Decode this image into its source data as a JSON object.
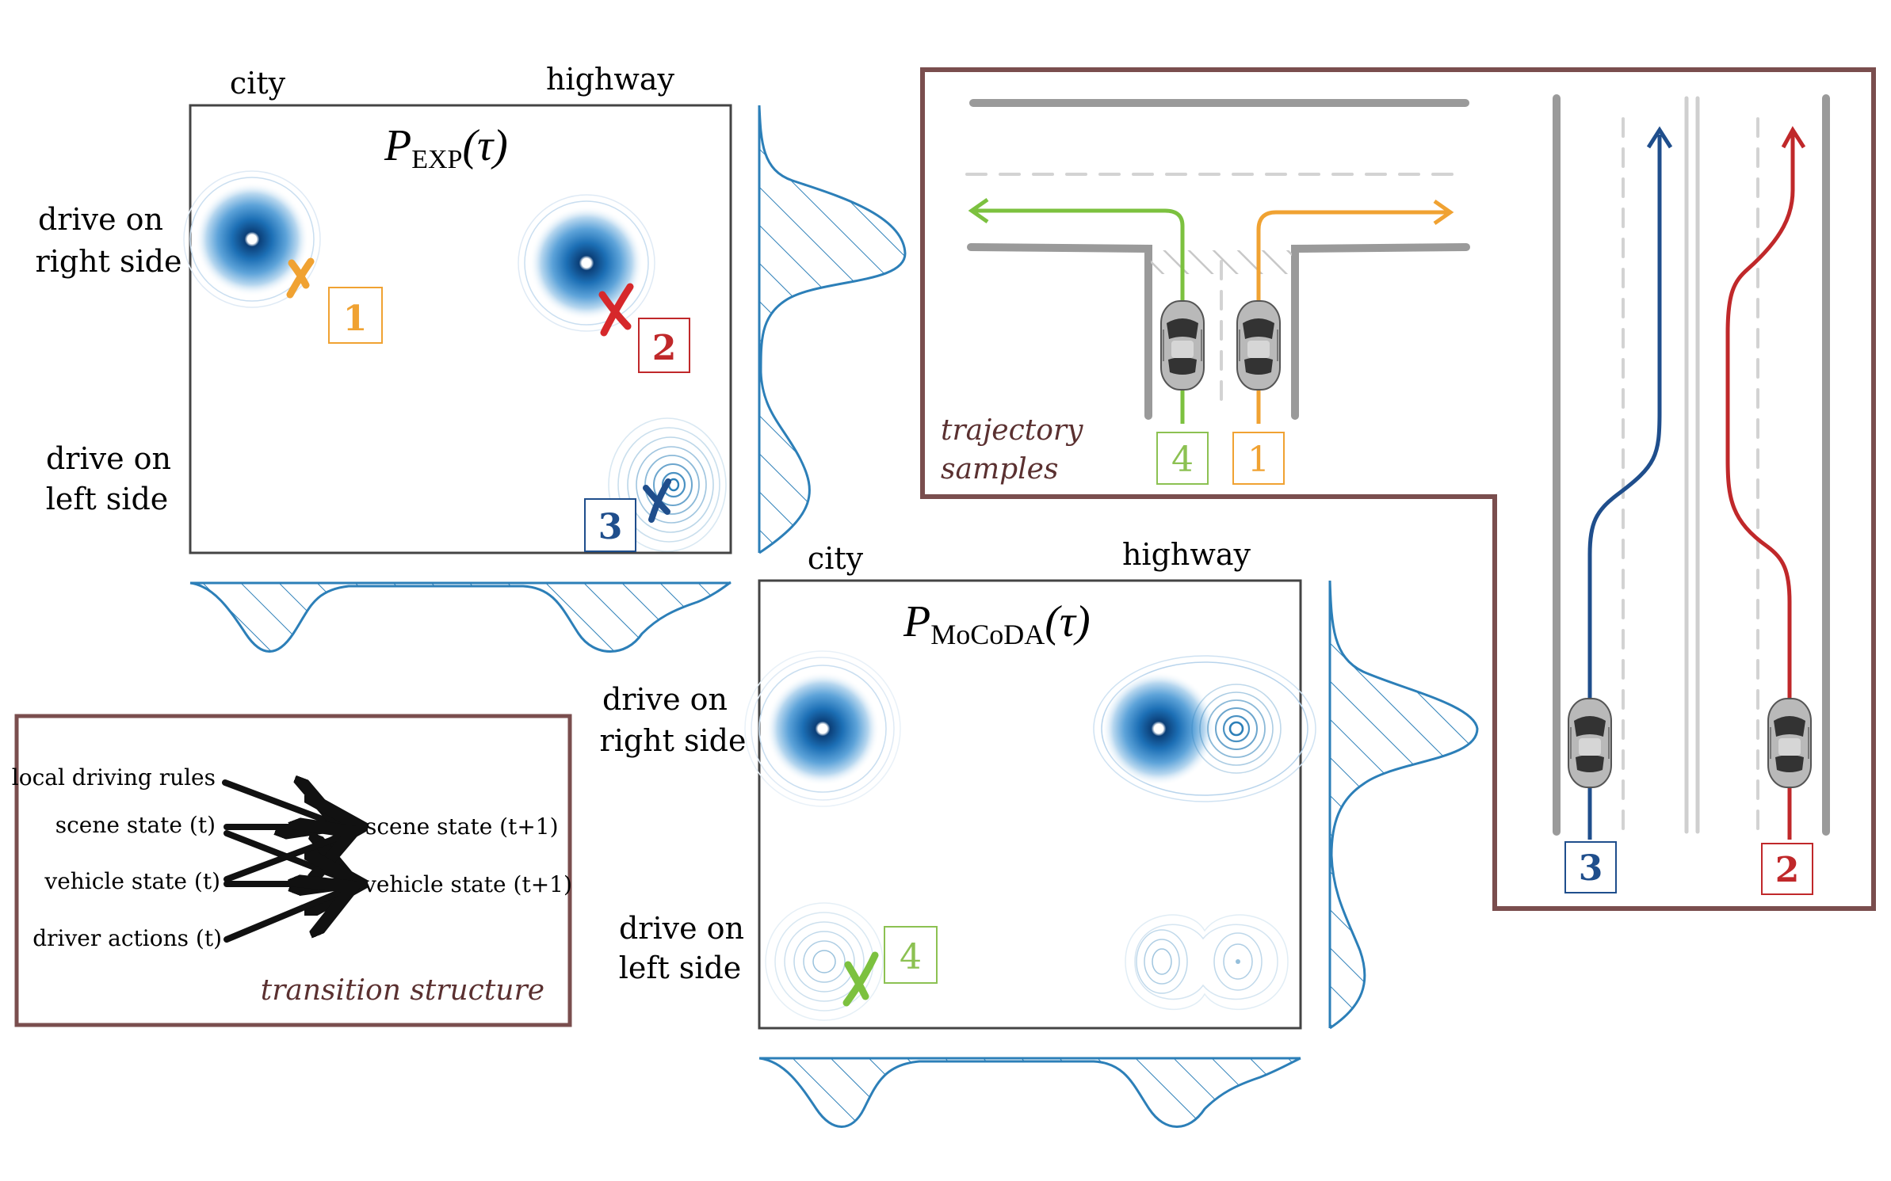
{
  "top_plot": {
    "col_labels": [
      "city",
      "highway"
    ],
    "row_labels": [
      [
        "drive on",
        "right side"
      ],
      [
        "drive on",
        "left side"
      ]
    ],
    "title_main": "P",
    "title_sub": "EXP",
    "title_arg": "(τ)"
  },
  "bottom_plot": {
    "col_labels": [
      "city",
      "highway"
    ],
    "row_labels": [
      [
        "drive on",
        "right side"
      ],
      [
        "drive on",
        "left side"
      ]
    ],
    "title_main": "P",
    "title_sub": "MoCoDA",
    "title_arg": "(τ)"
  },
  "samples": [
    {
      "label": "1",
      "color": "#f0a232"
    },
    {
      "label": "2",
      "color": "#c0282a"
    },
    {
      "label": "3",
      "color": "#1f4e8c"
    },
    {
      "label": "4",
      "color": "#8cc152"
    }
  ],
  "transition": {
    "sources": [
      "local driving rules",
      "scene state (t)",
      "vehicle state (t)",
      "driver actions (t)"
    ],
    "targets": [
      "scene state (t+1)",
      "vehicle state (t+1)"
    ],
    "caption": "transition structure"
  },
  "trajectory": {
    "caption_lines": [
      "trajectory",
      "samples"
    ]
  },
  "colors": {
    "frame": "#7a4e4e",
    "density": "#2c7fb8",
    "road": "#9a9a9a"
  }
}
